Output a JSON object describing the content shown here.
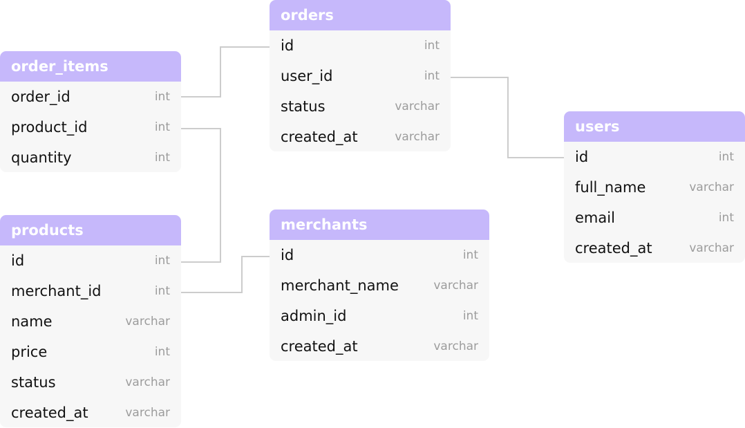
{
  "tables": [
    {
      "name": "orders",
      "columns": [
        {
          "name": "id",
          "type": "int"
        },
        {
          "name": "user_id",
          "type": "int"
        },
        {
          "name": "status",
          "type": "varchar"
        },
        {
          "name": "created_at",
          "type": "varchar"
        }
      ]
    },
    {
      "name": "order_items",
      "columns": [
        {
          "name": "order_id",
          "type": "int"
        },
        {
          "name": "product_id",
          "type": "int"
        },
        {
          "name": "quantity",
          "type": "int"
        }
      ]
    },
    {
      "name": "users",
      "columns": [
        {
          "name": "id",
          "type": "int"
        },
        {
          "name": "full_name",
          "type": "varchar"
        },
        {
          "name": "email",
          "type": "int"
        },
        {
          "name": "created_at",
          "type": "varchar"
        }
      ]
    },
    {
      "name": "products",
      "columns": [
        {
          "name": "id",
          "type": "int"
        },
        {
          "name": "merchant_id",
          "type": "int"
        },
        {
          "name": "name",
          "type": "varchar"
        },
        {
          "name": "price",
          "type": "int"
        },
        {
          "name": "status",
          "type": "varchar"
        },
        {
          "name": "created_at",
          "type": "varchar"
        }
      ]
    },
    {
      "name": "merchants",
      "columns": [
        {
          "name": "id",
          "type": "int"
        },
        {
          "name": "merchant_name",
          "type": "varchar"
        },
        {
          "name": "admin_id",
          "type": "int"
        },
        {
          "name": "created_at",
          "type": "varchar"
        }
      ]
    }
  ],
  "relationships": [
    {
      "from": "order_items.order_id",
      "to": "orders.id"
    },
    {
      "from": "orders.user_id",
      "to": "users.id"
    },
    {
      "from": "order_items.product_id",
      "to": "products.id"
    },
    {
      "from": "products.merchant_id",
      "to": "merchants.id"
    }
  ],
  "colors": {
    "header": "#c6b8fb",
    "body": "#f7f7f7",
    "line": "#cccccc",
    "type_text": "#9c9c9c"
  }
}
